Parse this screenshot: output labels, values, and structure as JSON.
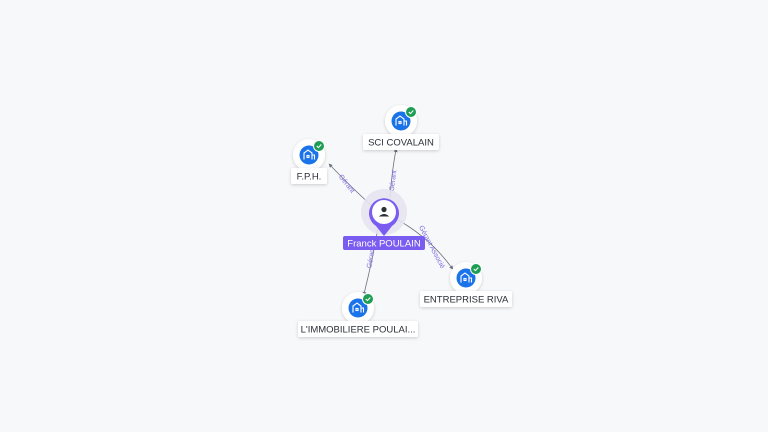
{
  "graph": {
    "center": {
      "name": "Franck POULAIN",
      "icon": "person-icon"
    },
    "companies": [
      {
        "name": "SCI COVALAIN",
        "icon": "building-icon",
        "verified": true,
        "relation": "Gérant"
      },
      {
        "name": "F.P.H.",
        "icon": "building-icon",
        "verified": true,
        "relation": "Gérant"
      },
      {
        "name": "ENTREPRISE RIVA",
        "icon": "building-icon",
        "verified": true,
        "relation": "Gérant Associé"
      },
      {
        "name": "L'IMMOBILIERE POULAI...",
        "icon": "building-icon",
        "verified": true,
        "relation": "Gérant"
      }
    ]
  },
  "colors": {
    "accent": "#7b5cf0",
    "company_icon_bg": "#1a73e8",
    "verified_badge": "#1e9e54",
    "edge": "#6b7280",
    "edge_label": "#7c6fe0"
  }
}
